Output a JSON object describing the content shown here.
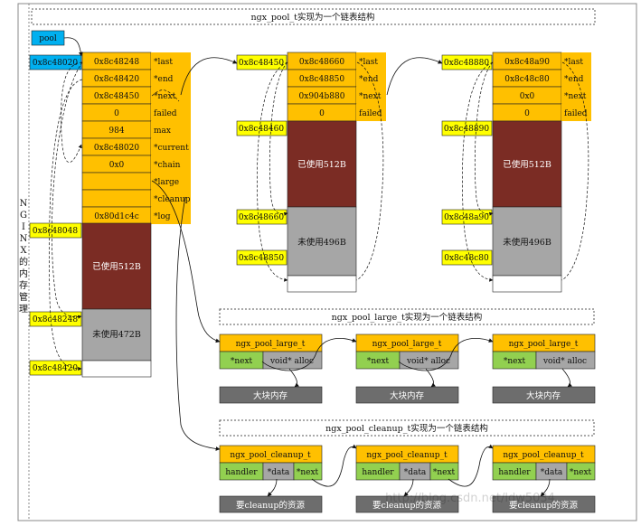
{
  "side_label": [
    "N",
    "G",
    "I",
    "N",
    "X",
    "的",
    "内",
    "存",
    "管",
    "理"
  ],
  "banner": {
    "pool_chain": "ngx_pool_t实现为一个链表结构",
    "large_chain": "ngx_pool_large_t实现为一个链表结构",
    "cleanup_chain": "ngx_pool_cleanup_t实现为一个链表结构"
  },
  "pool_pointer_label": "pool",
  "pool1": {
    "cells": [
      "0x8c48248",
      "0x8c48420",
      "0x8c48450",
      "0",
      "984",
      "0x8c48020",
      "0x0",
      "",
      "",
      "0x80d1c4c"
    ],
    "fields": [
      "*last",
      "*end",
      "*next",
      "failed",
      "max",
      "*current",
      "*chain",
      "*large",
      "*cleanup",
      "*log"
    ],
    "used": "已使用512B",
    "unused": "未使用472B",
    "addresses": [
      "0x8c48020",
      "0x8c48048",
      "0x8c48248",
      "0x8c48420"
    ]
  },
  "pool2": {
    "cells": [
      "0x8c48660",
      "0x8c48850",
      "0x904b880",
      "0"
    ],
    "fields": [
      "*last",
      "*end",
      "*next",
      "failed"
    ],
    "used": "已使用512B",
    "unused": "未使用496B",
    "addresses": [
      "0x8c48450",
      "0x8c48460",
      "0x8c48660",
      "0x8c48850"
    ]
  },
  "pool3": {
    "cells": [
      "0x8c48a90",
      "0x8c48c80",
      "0x0",
      "0"
    ],
    "fields": [
      "*last",
      "*end",
      "*next",
      "failed"
    ],
    "used": "已使用512B",
    "unused": "未使用496B",
    "addresses": [
      "0x8c48880",
      "0x8c48890",
      "0x8c48a90",
      "0x8c48c80"
    ]
  },
  "large_nodes": [
    {
      "title": "ngx_pool_large_t",
      "f1": "*next",
      "f2": "void* alloc",
      "mem": "大块内存"
    },
    {
      "title": "ngx_pool_large_t",
      "f1": "*next",
      "f2": "void* alloc",
      "mem": "大块内存"
    },
    {
      "title": "ngx_pool_large_t",
      "f1": "*next",
      "f2": "void* alloc",
      "mem": "大块内存"
    }
  ],
  "cleanup_nodes": [
    {
      "title": "ngx_pool_cleanup_t",
      "f1": "handler",
      "f2": "*data",
      "f3": "*next",
      "res": "要cleanup的资源"
    },
    {
      "title": "ngx_pool_cleanup_t",
      "f1": "handler",
      "f2": "*data",
      "f3": "*next",
      "res": "要cleanup的资源"
    },
    {
      "title": "ngx_pool_cleanup_t",
      "f1": "handler",
      "f2": "*data",
      "f3": "*next",
      "res": "要cleanup的资源"
    }
  ],
  "watermark": "http://blog.csdn.net/ldw5034",
  "colors": {
    "orange": "#FFC000",
    "maroon": "#7B2C24",
    "gray": "#A6A6A6",
    "dark_gray": "#6D6D6D",
    "green": "#92D050",
    "cyan": "#00B0F0",
    "yellow": "#FFFF00"
  }
}
